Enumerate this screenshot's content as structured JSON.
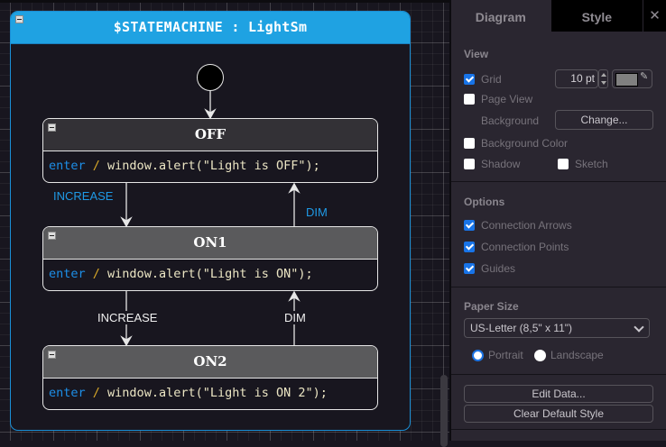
{
  "canvas": {
    "statemachine": {
      "title": "$STATEMACHINE : LightSm",
      "header_color": "#1fa2e2"
    },
    "states": [
      {
        "name": "OFF",
        "keyword": "enter",
        "separator": "/",
        "action": " window.alert(\"Light is OFF\");",
        "header_color": "#333136"
      },
      {
        "name": "ON1",
        "keyword": "enter",
        "separator": "/",
        "action": " window.alert(\"Light is ON\");",
        "header_color": "#5a5a5c"
      },
      {
        "name": "ON2",
        "keyword": "enter",
        "separator": "/",
        "action": " window.alert(\"Light is ON 2\");",
        "header_color": "#5a5a5c"
      }
    ],
    "transitions": [
      {
        "from": "OFF",
        "to": "ON1",
        "label": "INCREASE"
      },
      {
        "from": "ON1",
        "to": "OFF",
        "label": "DIM"
      },
      {
        "from": "ON1",
        "to": "ON2",
        "label": "INCREASE"
      },
      {
        "from": "ON2",
        "to": "ON1",
        "label": "DIM"
      }
    ]
  },
  "panel": {
    "tabs": {
      "diagram": "Diagram",
      "style": "Style",
      "close": "✕"
    },
    "view": {
      "title": "View",
      "grid": {
        "label": "Grid",
        "checked": true,
        "size": "10 pt",
        "color": "#808080"
      },
      "page_view": {
        "label": "Page View",
        "checked": false
      },
      "background": {
        "label": "Background",
        "button": "Change..."
      },
      "background_color": {
        "label": "Background Color",
        "checked": false
      },
      "shadow": {
        "label": "Shadow",
        "checked": false
      },
      "sketch": {
        "label": "Sketch",
        "checked": false
      }
    },
    "options": {
      "title": "Options",
      "connection_arrows": {
        "label": "Connection Arrows",
        "checked": true
      },
      "connection_points": {
        "label": "Connection Points",
        "checked": true
      },
      "guides": {
        "label": "Guides",
        "checked": true
      }
    },
    "paper_size": {
      "title": "Paper Size",
      "selected": "US-Letter (8,5\" x 11\")",
      "portrait": {
        "label": "Portrait",
        "selected": true
      },
      "landscape": {
        "label": "Landscape",
        "selected": false
      }
    },
    "buttons": {
      "edit_data": "Edit Data...",
      "clear_default_style": "Clear Default Style"
    }
  }
}
